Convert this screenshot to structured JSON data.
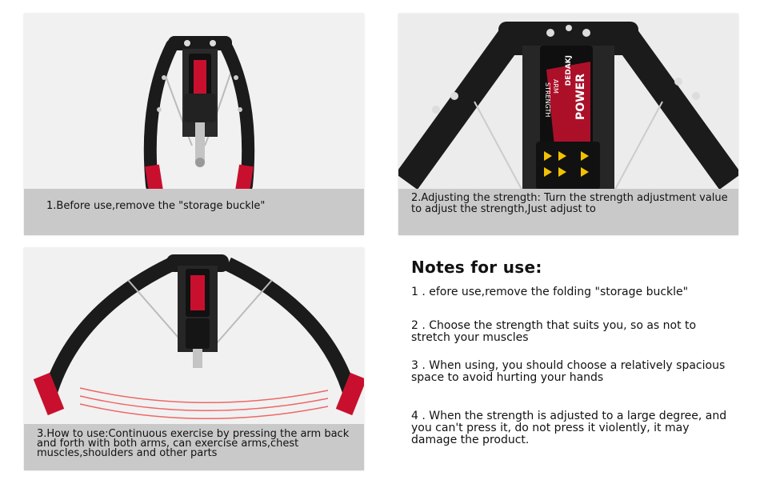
{
  "panels": [
    {
      "caption": "1.Before use,remove the \"storage buckle\""
    },
    {
      "caption": "2.Adjusting the strength: Turn the strength adjustment value to adjust the strength,Just adjust to",
      "device": {
        "brand": "DEDAKJ",
        "power": "POWER",
        "arm": "ARM",
        "strength": "STRENGTH"
      }
    },
    {
      "caption": "3.How to use:Continuous exercise by pressing the arm back and forth with both arms, can exercise arms,chest muscles,shoulders and other parts"
    }
  ],
  "notes": {
    "title": "Notes for use:",
    "items": [
      "1 . efore use,remove the folding \"storage buckle\"",
      "2 . Choose the strength that suits you, so as not to stretch your muscles",
      "3 . When using, you should choose a relatively spacious space to avoid hurting your hands",
      "4 . When the strength is adjusted to a large degree, and you can't press it, do not press it violently, it may damage the product."
    ]
  },
  "colors": {
    "frame": "#1b1b1b",
    "accent_red": "#c8102e",
    "caption_bg": "#c9c9c9",
    "arrow_yellow": "#f2c200"
  }
}
